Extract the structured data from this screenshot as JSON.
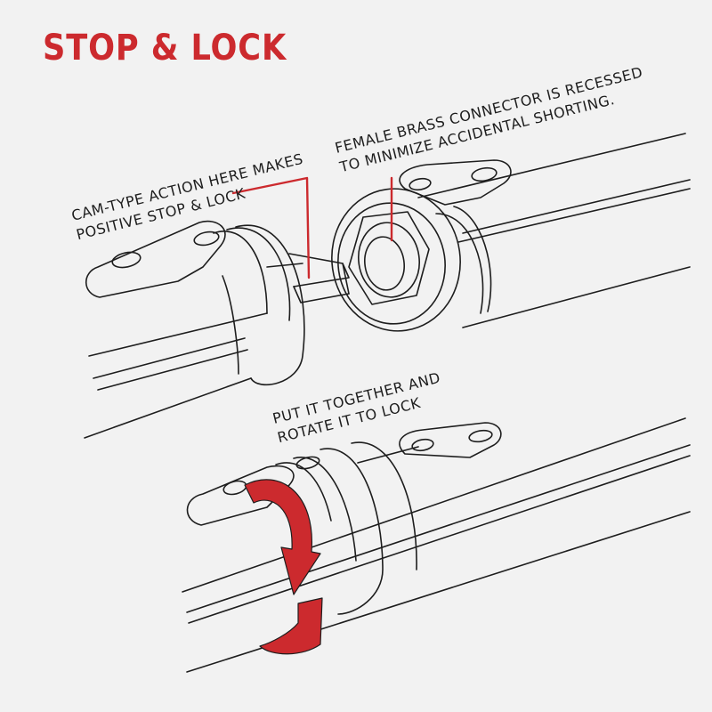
{
  "title": "STOP & LOCK",
  "callouts": {
    "cam": [
      "CAM-TYPE ACTION HERE MAKES",
      "POSITIVE STOP & LOCK"
    ],
    "female": [
      "FEMALE BRASS CONNECTOR IS RECESSED",
      "TO MINIMIZE ACCIDENTAL SHORTING."
    ],
    "together": [
      "PUT IT TOGETHER AND",
      "ROTATE IT TO LOCK"
    ]
  },
  "colors": {
    "accent": "#cc2a2e",
    "line": "#1e1e1e",
    "background": "#f2f2f2"
  },
  "icons": [
    "rotate-arrow-icon"
  ]
}
